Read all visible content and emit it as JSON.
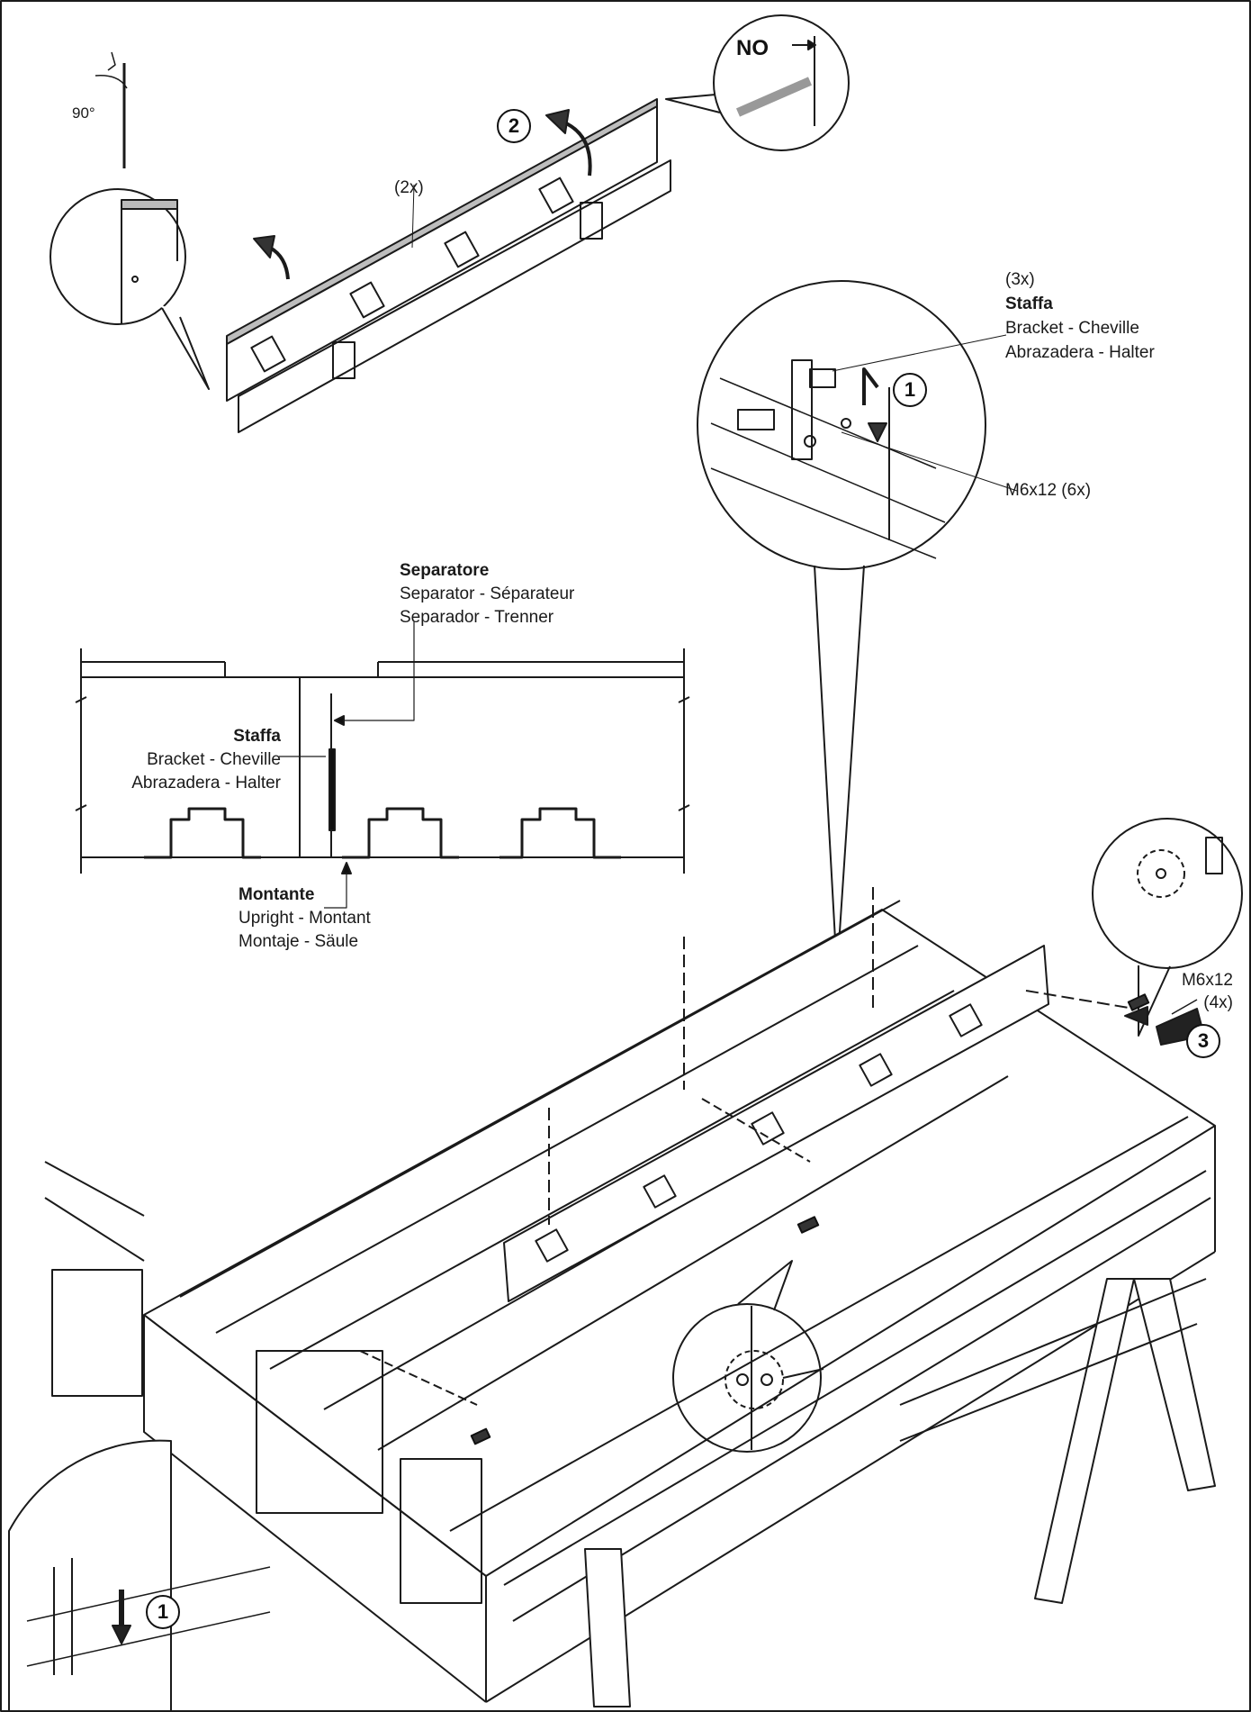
{
  "separator": {
    "title": "Separatore",
    "line1": "Separator - Séparateur",
    "line2": "Separador - Trenner"
  },
  "bracket_top": {
    "count": "(3x)",
    "title": "Staffa",
    "line1": "Bracket - Cheville",
    "line2": "Abrazadera - Halter"
  },
  "bracket_side": {
    "title": "Staffa",
    "line1": "Bracket - Cheville",
    "line2": "Abrazadera - Halter"
  },
  "upright": {
    "title": "Montante",
    "line1": "Upright - Montant",
    "line2": "Montaje - Säule"
  },
  "panel_count": "(2x)",
  "angle": "90°",
  "no_label": "NO",
  "screw_top": "M6x12 (6x)",
  "screw_side": {
    "name": "M6x12",
    "count": "(4x)"
  },
  "steps": {
    "two": "2",
    "one_top": "1",
    "three": "3",
    "one_bottom": "1"
  }
}
